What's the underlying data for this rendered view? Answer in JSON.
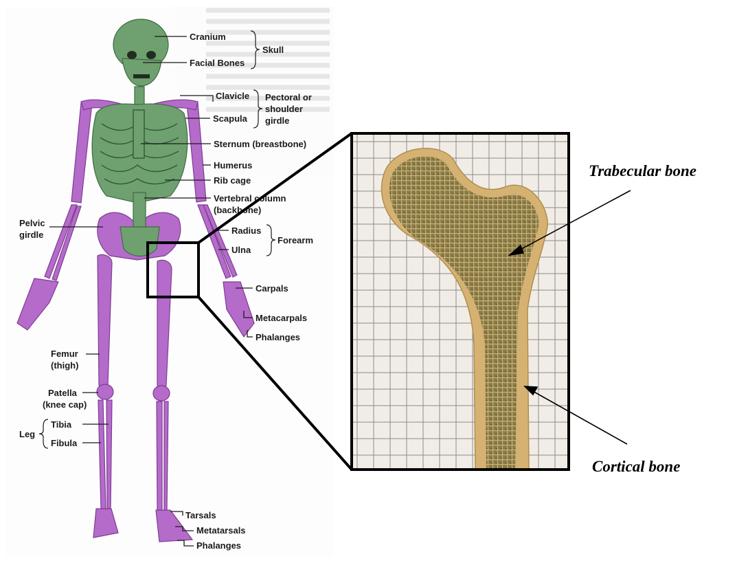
{
  "skeleton": {
    "labels": {
      "cranium": "Cranium",
      "facial_bones": "Facial Bones",
      "skull": "Skull",
      "clavicle": "Clavicle",
      "scapula": "Scapula",
      "pectoral_1": "Pectoral or",
      "pectoral_2": "shoulder",
      "pectoral_3": "girdle",
      "sternum": "Sternum (breastbone)",
      "humerus": "Humerus",
      "rib_cage": "Rib cage",
      "vertebral_1": "Vertebral column",
      "vertebral_2": "(backbone)",
      "pelvic_1": "Pelvic",
      "pelvic_2": "girdle",
      "radius": "Radius",
      "ulna": "Ulna",
      "forearm": "Forearm",
      "carpals": "Carpals",
      "metacarpals": "Metacarpals",
      "phalanges_hand": "Phalanges",
      "femur_1": "Femur",
      "femur_2": "(thigh)",
      "patella_1": "Patella",
      "patella_2": "(knee cap)",
      "tibia": "Tibia",
      "fibula": "Fibula",
      "leg": "Leg",
      "tarsals": "Tarsals",
      "metatarsals": "Metatarsals",
      "phalanges_foot": "Phalanges"
    },
    "colors": {
      "axial": "#6fa070",
      "axial_dark": "#3e6b42",
      "appendicular": "#b56bc9",
      "appendicular_dark": "#7d3c93"
    }
  },
  "inset": {
    "label_trabecular": "Trabecular bone",
    "label_cortical": "Cortical bone",
    "colors": {
      "background": "#f1ede6",
      "grid": "#8c8c8c",
      "cortical": "#d5b272",
      "trabecular": "#8a7a44"
    }
  }
}
